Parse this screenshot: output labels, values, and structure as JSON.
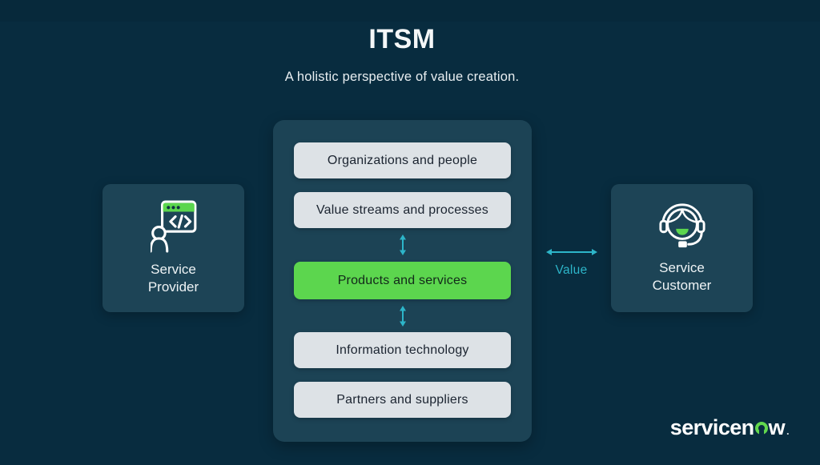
{
  "colors": {
    "background": "#07293b",
    "panel": "#1c4355",
    "card": "#1d4456",
    "box": "#dde2e6",
    "box_text": "#1b2430",
    "highlight_green": "#5cd64e",
    "arrow_cyan": "#2db5c9",
    "text_white": "#f4f7f8",
    "logo_green": "#62d84e"
  },
  "header": {
    "title": "ITSM",
    "subtitle": "A holistic perspective of value creation."
  },
  "provider_card": {
    "line1": "Service",
    "line2": "Provider",
    "icon": "code-window-person-icon"
  },
  "customer_card": {
    "line1": "Service",
    "line2": "Customer",
    "icon": "headset-person-icon"
  },
  "stack": {
    "items": [
      {
        "label": "Organizations and people",
        "highlighted": false
      },
      {
        "label": "Value streams and processes",
        "highlighted": false
      },
      {
        "label": "Products and services",
        "highlighted": true
      },
      {
        "label": "Information technology",
        "highlighted": false
      },
      {
        "label": "Partners and suppliers",
        "highlighted": false
      }
    ],
    "arrow_icons": [
      "double-arrow-vertical-icon",
      "double-arrow-vertical-icon"
    ]
  },
  "value_link": {
    "label": "Value",
    "icon": "double-arrow-horizontal-icon"
  },
  "logo": {
    "part1": "servicen",
    "mark_icon": "servicenow-o-mark",
    "part2": "w",
    "dot": "."
  }
}
